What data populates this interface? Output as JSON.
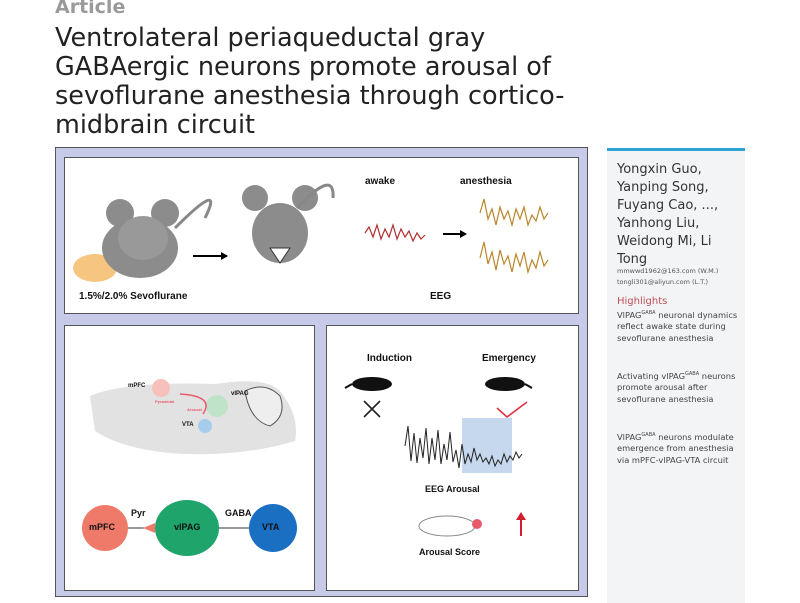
{
  "article_label": "Article",
  "title": "Ventrolateral periaqueductal gray GABAergic neurons promote arousal of sevoflurane anesthesia through cortico-midbrain circuit",
  "figure": {
    "panel1": {
      "dose": "1.5%/2.0% Sevoflurane",
      "awake": "awake",
      "anesthesia": "anesthesia",
      "eeg": "EEG"
    },
    "panel2": {
      "mpfc_small": "mPFC",
      "pyramidal": "Pyramidal",
      "arousal": "Arousal",
      "vlpag_small": "vlPAG",
      "vta_small": "VTA",
      "mpfc": "mPFC",
      "pyr": "Pyr",
      "vlpag": "vlPAG",
      "gaba": "GABA",
      "vta": "VTA"
    },
    "panel3": {
      "induction": "Induction",
      "emergency": "Emergency",
      "eeg_arousal": "EEG Arousal",
      "arousal_score": "Arousal Score"
    }
  },
  "sidebar": {
    "authors": "Yongxin Guo, Yanping Song, Fuyang Cao, ..., Yanhong Liu, Weidong Mi, Li Tong",
    "email1": "mmwwd1962@163.com (W.M.)",
    "email2": "tongli301@aliyun.com (L.T.)",
    "highlights_title": "Highlights",
    "highlights": [
      {
        "pre": "VlPAG",
        "sup": "GABA",
        "post": " neuronal dynamics reflect awake state during sevoflurane anesthesia"
      },
      {
        "pre": "Activating vlPAG",
        "sup": "GABA",
        "post": " neurons promote arousal after sevoflurane anesthesia"
      },
      {
        "pre": "VlPAG",
        "sup": "GABA",
        "post": " neurons modulate emergence from anesthesia via mPFC-vlPAG-VTA circuit"
      }
    ]
  },
  "colors": {
    "accent": "#2fa3d5",
    "highlight": "#c0505a",
    "frame": "#c7cae8",
    "mpfc": "#f07a6a",
    "vlpag": "#1fa56c",
    "vta": "#1a6fc2"
  }
}
